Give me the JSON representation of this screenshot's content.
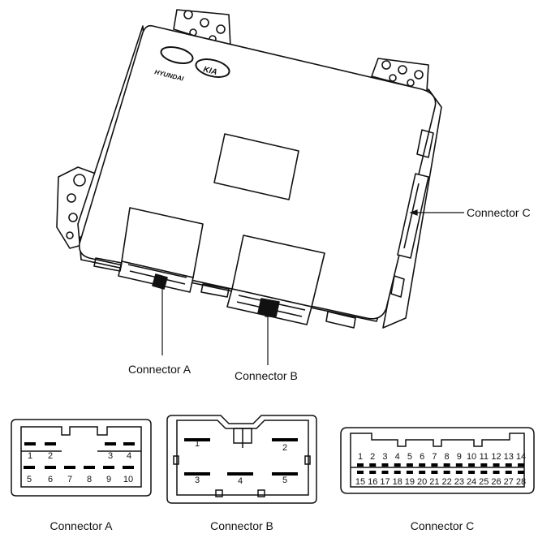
{
  "logos": {
    "hyundai": "HYUNDAI",
    "kia": "KIA"
  },
  "callouts": {
    "connector_a": "Connector A",
    "connector_b": "Connector B",
    "connector_c": "Connector C"
  },
  "captions": {
    "connector_a": "Connector A",
    "connector_b": "Connector B",
    "connector_c": "Connector C"
  },
  "connector_a": {
    "top_pins": [
      "1",
      "2",
      "3",
      "4"
    ],
    "bottom_pins": [
      "5",
      "6",
      "7",
      "8",
      "9",
      "10"
    ]
  },
  "connector_b": {
    "pins": [
      "1",
      "2",
      "3",
      "4",
      "5"
    ]
  },
  "connector_c": {
    "top_pins": [
      "1",
      "2",
      "3",
      "4",
      "5",
      "6",
      "7",
      "8",
      "9",
      "10",
      "11",
      "12",
      "13",
      "14"
    ],
    "bottom_pins": [
      "15",
      "16",
      "17",
      "18",
      "19",
      "20",
      "21",
      "22",
      "23",
      "24",
      "25",
      "26",
      "27",
      "28"
    ]
  },
  "colors": {
    "line": "#111111",
    "pin": "#000000"
  }
}
